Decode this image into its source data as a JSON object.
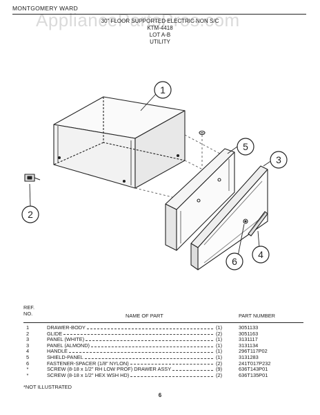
{
  "header": {
    "brand": "MONTGOMERY WARD",
    "title": "30\" FLOOR SUPPORTED ELECTRIC NON S/C",
    "model": "KTM-4418",
    "lot": "LOT A-B",
    "section": "UTILITY"
  },
  "watermark": "AppliancePartsPros.com",
  "callouts": [
    "1",
    "2",
    "3",
    "4",
    "5",
    "6"
  ],
  "table": {
    "col_ref": "REF.\nNO.",
    "col_name": "NAME OF PART",
    "col_part": "PART NUMBER",
    "rows": [
      {
        "ref": "1",
        "name": "DRAWER-BODY",
        "qty": "(1)",
        "part": "3051133"
      },
      {
        "ref": "2",
        "name": "GLIDE",
        "qty": "(2)",
        "part": "3051163"
      },
      {
        "ref": "3",
        "name": "PANEL (WHITE)",
        "qty": "(1)",
        "part": "3131117"
      },
      {
        "ref": "3",
        "name": "PANEL (ALMOND)",
        "qty": "(1)",
        "part": "3131134"
      },
      {
        "ref": "4",
        "name": "HANDLE",
        "qty": "(1)",
        "part": "296T117P02"
      },
      {
        "ref": "5",
        "name": "SHIELD-PANEL",
        "qty": "(1)",
        "part": "3131283"
      },
      {
        "ref": "6",
        "name": "FASTENER-SPACER (1/8\" NYLON)",
        "qty": "(2)",
        "part": "241T017P232"
      },
      {
        "ref": "*",
        "name": "SCREW (8-18 x 1/2\" RH LOW PROF) DRAWER ASSY",
        "qty": "(9)",
        "part": "636T143P01"
      },
      {
        "ref": "*",
        "name": "SCREW (8-18 x 1/2\" HEX WSH HD)",
        "qty": "(2)",
        "part": "636T135P01"
      }
    ]
  },
  "footnote": "*NOT ILLUSTRATED",
  "page_number": "6"
}
